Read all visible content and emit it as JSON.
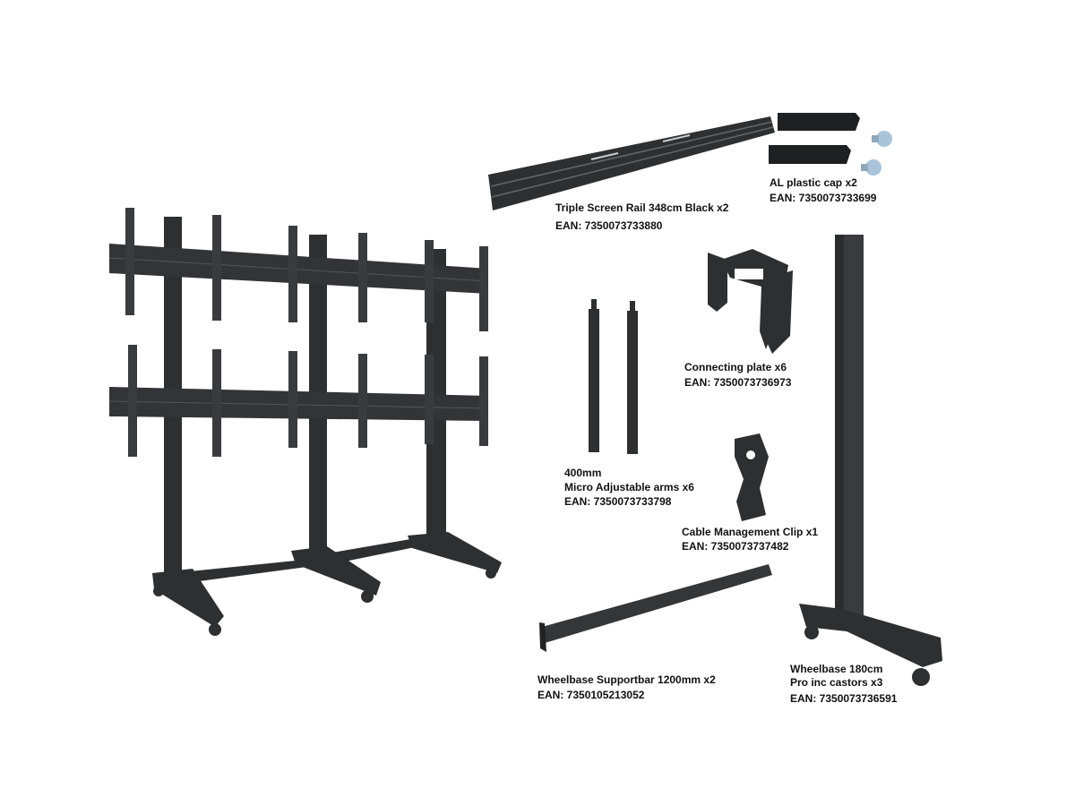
{
  "parts": [
    {
      "name": "Triple Screen Rail 348cm Black x2",
      "ean": "EAN: 7350073733880"
    },
    {
      "name": "AL plastic cap x2",
      "ean": "EAN: 7350073733699"
    },
    {
      "name": "Connecting plate x6",
      "ean": "EAN: 7350073736973"
    },
    {
      "size": "400mm",
      "name": "Micro Adjustable arms x6",
      "ean": "EAN: 7350073733798"
    },
    {
      "name": "Cable Management Clip x1",
      "ean": "EAN: 7350073737482"
    },
    {
      "name": "Wheelbase Supportbar 1200mm x2",
      "ean": "EAN: 7350105213052"
    },
    {
      "name": "Wheelbase 180cm",
      "name2": "Pro inc castors x3",
      "ean": "EAN: 7350073736591"
    }
  ],
  "colors": {
    "metal": "#2e2f31",
    "metal_light": "#4a4b4e",
    "screw": "#a9c3d8"
  }
}
